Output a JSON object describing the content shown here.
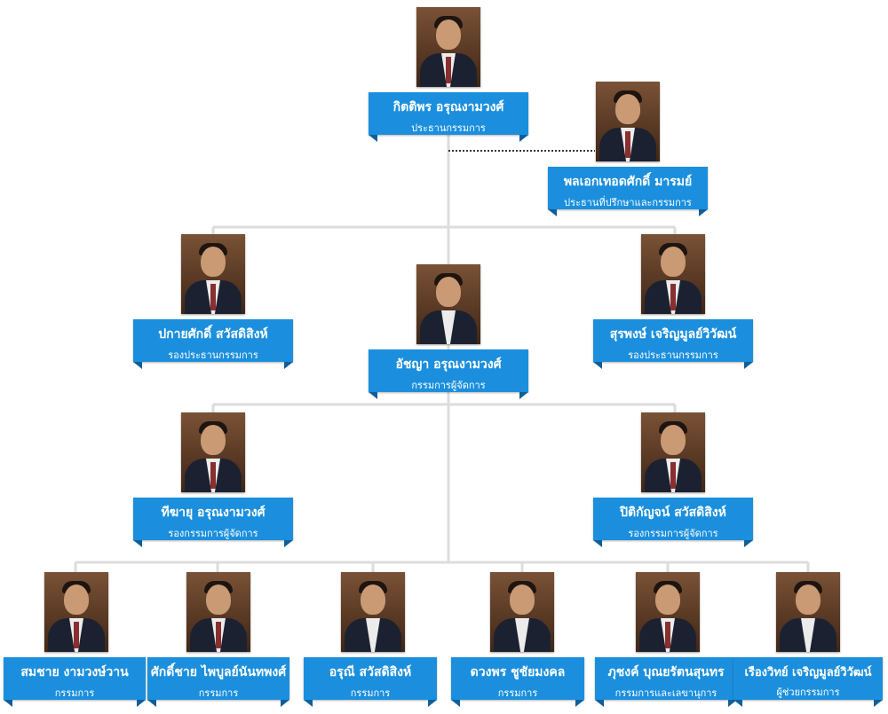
{
  "nodes": [
    {
      "name": "กิตติพร อรุณงามวงศ์",
      "role": "ประธานกรรมการ"
    },
    {
      "name": "พลเอกเทอดศักดิ์ มารมย์",
      "role": "ประธานที่ปรึกษาและกรรมการ"
    },
    {
      "name": "ปกายศักดิ์ สวัสดิสิงห์",
      "role": "รองประธานกรรมการ"
    },
    {
      "name": "อัชญา อรุณงามวงศ์",
      "role": "กรรมการผู้จัดการ"
    },
    {
      "name": "สุรพงษ์ เจริญมูลย์วิวัฒน์",
      "role": "รองประธานกรรมการ"
    },
    {
      "name": "ทีฆายุ อรุณงามวงศ์",
      "role": "รองกรรมการผู้จัดการ"
    },
    {
      "name": "ปิติกัญจน์ สวัสดิสิงห์",
      "role": "รองกรรมการผู้จัดการ"
    },
    {
      "name": "สมชาย งามวงษ์วาน",
      "role": "กรรมการ"
    },
    {
      "name": "ศักดิ์ชาย ไพบูลย์นันทพงศ์",
      "role": "กรรมการ"
    },
    {
      "name": "อรุณี สวัสดิสิงห์",
      "role": "กรรมการ"
    },
    {
      "name": "ดวงพร ชูชัยมงคล",
      "role": "กรรมการ"
    },
    {
      "name": "ภุชงค์ บุณยรัตนสุนทร",
      "role": "กรรมการและเลขานุการ"
    },
    {
      "name": "เรืองวิทย์ เจริญมูลย์วิวัฒน์",
      "role": "ผู้ช่วยกรรมการ"
    }
  ],
  "colors": {
    "banner": "#1b8fdd",
    "banner_fold": "#0d5f9a",
    "connector": "#dcdcdc",
    "advisor_connector": "#333333"
  }
}
